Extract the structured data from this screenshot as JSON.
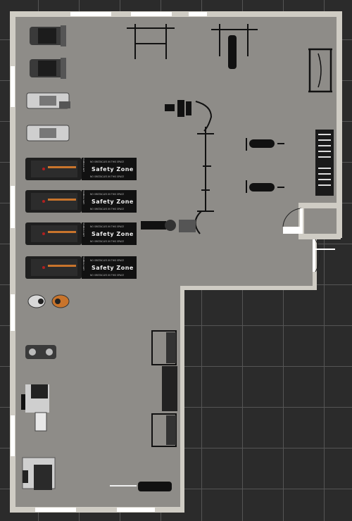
{
  "floorplan": {
    "colors": {
      "background": "#2b2b2b",
      "grid_line": "#555555",
      "floor": "#8e8c88",
      "wall": "#cfccc4",
      "window": "#ffffff",
      "equipment_dark": "#1c1c1c",
      "equipment_mid": "#3a3a3a",
      "accent_orange": "#c8742c",
      "accent_red": "#b02020"
    },
    "safety_zones": [
      {
        "title": "Safety Zone",
        "note": "NO OBSTACLES IN THIS SPACE",
        "side": "LIFE FITNESS"
      },
      {
        "title": "Safety Zone",
        "note": "NO OBSTACLES IN THIS SPACE",
        "side": "LIFE FITNESS"
      },
      {
        "title": "Safety Zone",
        "note": "NO OBSTACLES IN THIS SPACE",
        "side": "LIFE FITNESS"
      },
      {
        "title": "Safety Zone",
        "note": "NO OBSTACLES IN THIS SPACE",
        "side": "LIFE FITNESS"
      }
    ]
  }
}
